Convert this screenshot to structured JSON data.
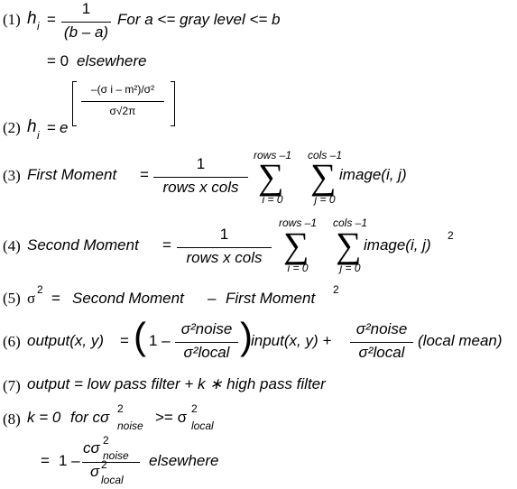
{
  "eq1": {
    "num": "(1)",
    "lhs": "h",
    "sub": "i",
    "eq": "=",
    "frac_num": "1",
    "frac_den": "(b – a)",
    "cond": "For a <= gray level <= b"
  },
  "eq1b": {
    "text": "= 0",
    "cond": "elsewhere"
  },
  "eq2": {
    "num": "(2)",
    "lhs": "h",
    "sub": "i",
    "eq": "=",
    "base": "e",
    "exp_num": "–(σ i – m²)/σ²",
    "exp_den": "σ√2π"
  },
  "eq3": {
    "num": "(3)",
    "lhs": "First Moment",
    "eq": "=",
    "frac_num": "1",
    "frac_den": "rows x cols",
    "sum1_top": "rows –1",
    "sum1_bot": "i = 0",
    "sum2_top": "cols –1",
    "sum2_bot": "j = 0",
    "body": "image(i, j)"
  },
  "eq4": {
    "num": "(4)",
    "lhs": "Second Moment",
    "eq": "=",
    "frac_num": "1",
    "frac_den": "rows x cols",
    "sum1_top": "rows –1",
    "sum1_bot": "i = 0",
    "sum2_top": "cols –1",
    "sum2_bot": "j = 0",
    "body": "image(i, j)",
    "power": "2"
  },
  "eq5": {
    "num": "(5)",
    "lhs": "σ",
    "lhs_sup": "2",
    "eq": "=",
    "rhs1": "Second Moment",
    "minus": "–",
    "rhs2": "First Moment",
    "rhs2_sup": "2"
  },
  "eq6": {
    "num": "(6)",
    "lhs": "output(x, y)",
    "eq": "=",
    "one": "1 –",
    "f1_num": "σ²noise",
    "f1_den": "σ²local",
    "mid": "input(x, y) +",
    "f2_num": "σ²noise",
    "f2_den": "σ²local",
    "tail": "(local mean)"
  },
  "eq7": {
    "num": "(7)",
    "text": "output = low pass filter + k ∗ high pass filter"
  },
  "eq8": {
    "num": "(8)",
    "lhs": "k = 0",
    "for": "for cσ",
    "noise": "noise",
    "ge": ">= σ",
    "local": "local"
  },
  "eq8b": {
    "eq": "=",
    "one": "1 –",
    "f_num": "cσ",
    "f_num_sub": "noise",
    "f_den": "σ",
    "f_den_sub": "local",
    "cond": "elsewhere"
  }
}
